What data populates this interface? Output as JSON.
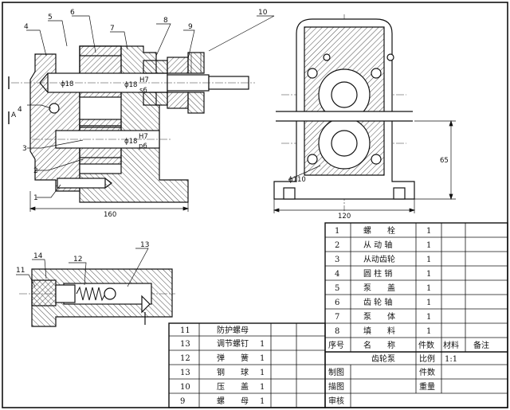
{
  "part_labels": {
    "top": [
      "4",
      "5",
      "6",
      "7",
      "8",
      "9",
      "10"
    ],
    "left": [
      "4",
      "3",
      "2",
      "1"
    ],
    "relief_valve": [
      "14",
      "11",
      "12",
      "13"
    ]
  },
  "dimensions": {
    "fit_shaft_top": "ϕ18",
    "fit_hub_top": "ϕ18",
    "fit_hub_top_tol_upper": "H7",
    "fit_hub_top_tol_lower": "s6",
    "fit_shaft_mid": "ϕ18",
    "fit_shaft_mid_tol_upper": "H7",
    "fit_shaft_mid_tol_lower": "p6",
    "overall_length": "160",
    "end_width": "120",
    "center_height": "65",
    "bore_diameter": "ϕ110",
    "section_mark": "A"
  },
  "bom_main": [
    {
      "no": "1",
      "name": "螺　　栓",
      "qty": "1"
    },
    {
      "no": "2",
      "name": "从 动 轴",
      "qty": "1"
    },
    {
      "no": "3",
      "name": "从动齿轮",
      "qty": "1"
    },
    {
      "no": "4",
      "name": "圆 柱 销",
      "qty": "1"
    },
    {
      "no": "5",
      "name": "泵　　盖",
      "qty": "1"
    },
    {
      "no": "6",
      "name": "齿 轮 轴",
      "qty": "1"
    },
    {
      "no": "7",
      "name": "泵　　体",
      "qty": "1"
    },
    {
      "no": "8",
      "name": "填　　料",
      "qty": "1"
    }
  ],
  "bom_valve": [
    {
      "no": "11",
      "name": "防护螺母",
      "qty": ""
    },
    {
      "no": "13",
      "name": "调节螺钉",
      "qty": "1"
    },
    {
      "no": "12",
      "name": "弹　　簧",
      "qty": "1"
    },
    {
      "no": "13",
      "name": "钢　　球",
      "qty": "1"
    },
    {
      "no": "10",
      "name": "压　　盖",
      "qty": "1"
    },
    {
      "no": "9",
      "name": "螺　　母",
      "qty": "1"
    }
  ],
  "header": {
    "no": "序号",
    "name": "名　　称",
    "qty": "件数",
    "material": "材料",
    "remark": "备注"
  },
  "title_block": {
    "drawing_name": "齿轮泵",
    "scale_label": "比例",
    "scale_value": "1:1",
    "count_label": "件数",
    "weight_label": "重量",
    "drawn_label": "制图",
    "traced_label": "描图",
    "checked_label": "审核"
  }
}
